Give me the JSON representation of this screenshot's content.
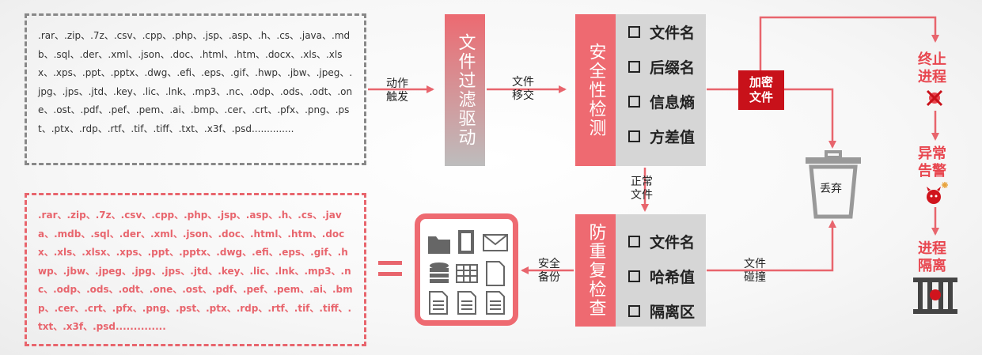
{
  "monitored_extensions": ".rar、.zip、.7z、.csv、.cpp、.php、.jsp、.asp、.h、.cs、.java、.mdb、.sql、.der、.xml、.json、.doc、.html、.htm、.docx、.xls、.xlsx、.xps、.ppt、.pptx、.dwg、.efi、.eps、.gif、.hwp、.jbw、.jpeg、.jpg、.jps、.jtd、.key、.lic、.lnk、.mp3、.nc、.odp、.ods、.odt、.one、.ost、.pdf、.pef、.pem、.ai、.bmp、.cer、.crt、.pfx、.png、.pst、.ptx、.rdp、.rtf、.tif、.tiff、.txt、.x3f、.psd..............",
  "backup_extensions": ".rar、.zip、.7z、.csv、.cpp、.php、.jsp、.asp、.h、.cs、.java、.mdb、.sql、.der、.xml、.json、.doc、.html、.htm、.docx、.xls、.xlsx、.xps、.ppt、.pptx、.dwg、.efi、.eps、.gif、.hwp、.jbw、.jpeg、.jpg、.jps、.jtd、.key、.lic、.lnk、.mp3、.nc、.odp、.ods、.odt、.one、.ost、.pdf、.pef、.pem、.ai、.bmp、.cer、.crt、.pfx、.png、.pst、.ptx、.rdp、.rtf、.tif、.tiff、.txt、.x3f、.psd..............",
  "driver": {
    "title": "文件过滤驱动"
  },
  "security_check": {
    "title": "安全性检测",
    "items": [
      "文件名",
      "后缀名",
      "信息熵",
      "方差值"
    ]
  },
  "dedup_check": {
    "title": "防重复检查",
    "items": [
      "文件名",
      "哈希值",
      "隔离区"
    ]
  },
  "flow_labels": {
    "trigger": [
      "动作",
      "触发"
    ],
    "move": [
      "文件",
      "移交"
    ],
    "normal": [
      "正常",
      "文件"
    ],
    "backup": [
      "安全",
      "备份"
    ],
    "collision": [
      "文件",
      "碰撞"
    ],
    "discard": "丢弃"
  },
  "encrypted_badge": [
    "加密",
    "文件"
  ],
  "response_steps": [
    [
      "终止",
      "进程"
    ],
    [
      "异常",
      "告警"
    ],
    [
      "进程",
      "隔离"
    ]
  ],
  "colors": {
    "accent": "#ee6a71",
    "alert": "#e8464f",
    "badge": "#c8111a",
    "gray_panel": "#d6d6d6"
  }
}
